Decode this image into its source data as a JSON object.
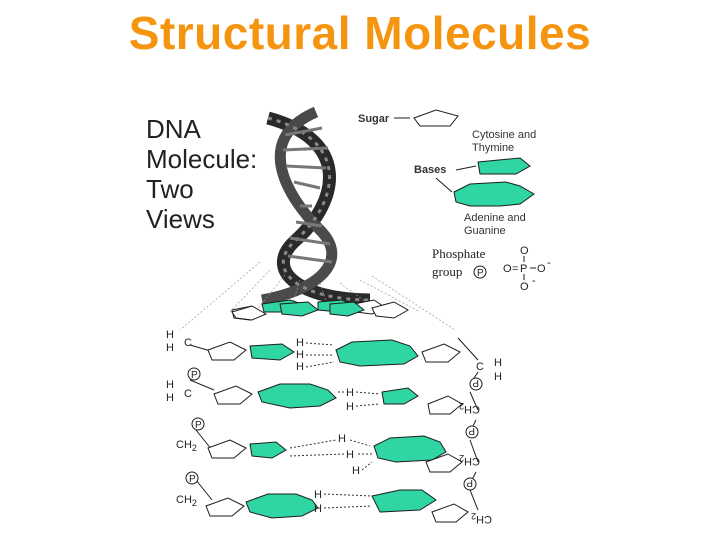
{
  "slide": {
    "title": "Structural Molecules"
  },
  "dna_label": {
    "line1": "DNA",
    "line2": "Molecule:",
    "line3": "Two",
    "line4": "Views"
  },
  "legend": {
    "sugar": "Sugar",
    "cytosine_thymine_1": "Cytosine and",
    "cytosine_thymine_2": "Thymine",
    "bases": "Bases",
    "adenine_guanine_1": "Adenine and",
    "adenine_guanine_2": "Guanine",
    "phosphate_1": "Phosphate",
    "phosphate_2": "group",
    "p_symbol": "P",
    "o_top": "O",
    "o_left": "O",
    "o_right": "O",
    "o_bottom": "O",
    "neg": "-",
    "eq": "=",
    "p_center": "P"
  },
  "atoms": {
    "h": "H",
    "c": "C",
    "ch2": "CH",
    "sub2": "2",
    "p": "P"
  },
  "colors": {
    "title": "#f5950f",
    "base": "#2fd6a4"
  }
}
